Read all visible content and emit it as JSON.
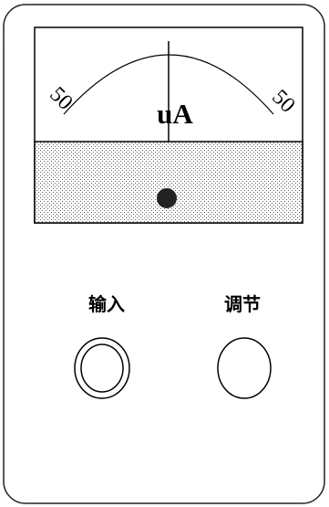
{
  "meter": {
    "scale_left": "50",
    "scale_right": "50",
    "unit": "uA"
  },
  "controls": {
    "input_label": "输入",
    "adjust_label": "调节"
  },
  "icons": {
    "input_terminal": "double-ring-terminal-icon",
    "adjust_knob": "adjust-knob-icon",
    "zero_screw": "zero-adjust-screw-icon"
  }
}
